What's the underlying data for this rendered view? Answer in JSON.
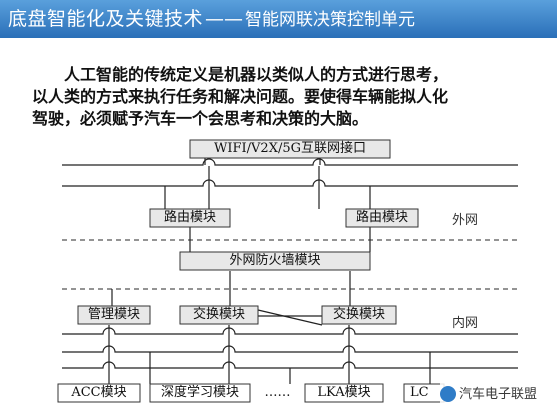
{
  "header": {
    "title_main": "底盘智能化及关键技术",
    "title_separator": "——",
    "title_sub": "智能网联决策控制单元"
  },
  "paragraph": {
    "line1": "人工智能的传统定义是机器以类似人的方式进行思考，",
    "line2": "以人类的方式来执行任务和解决问题。要使得车辆能拟人化",
    "line3": "驾驶，必须赋予汽车一个会思考和决策的大脑。"
  },
  "diagram": {
    "interface": "WIFI/V2X/5G互联网接口",
    "router_left": "路由模块",
    "router_right": "路由模块",
    "outer_net": "外网",
    "firewall": "外网防火墙模块",
    "management": "管理模块",
    "switch_left": "交换模块",
    "switch_right": "交换模块",
    "inner_net": "内网",
    "acc": "ACC模块",
    "deep_learning": "深度学习模块",
    "ellipsis": "……",
    "lka": "LKA模块",
    "lc_partial": "LC"
  },
  "watermark": {
    "text": "汽车电子联盟"
  }
}
